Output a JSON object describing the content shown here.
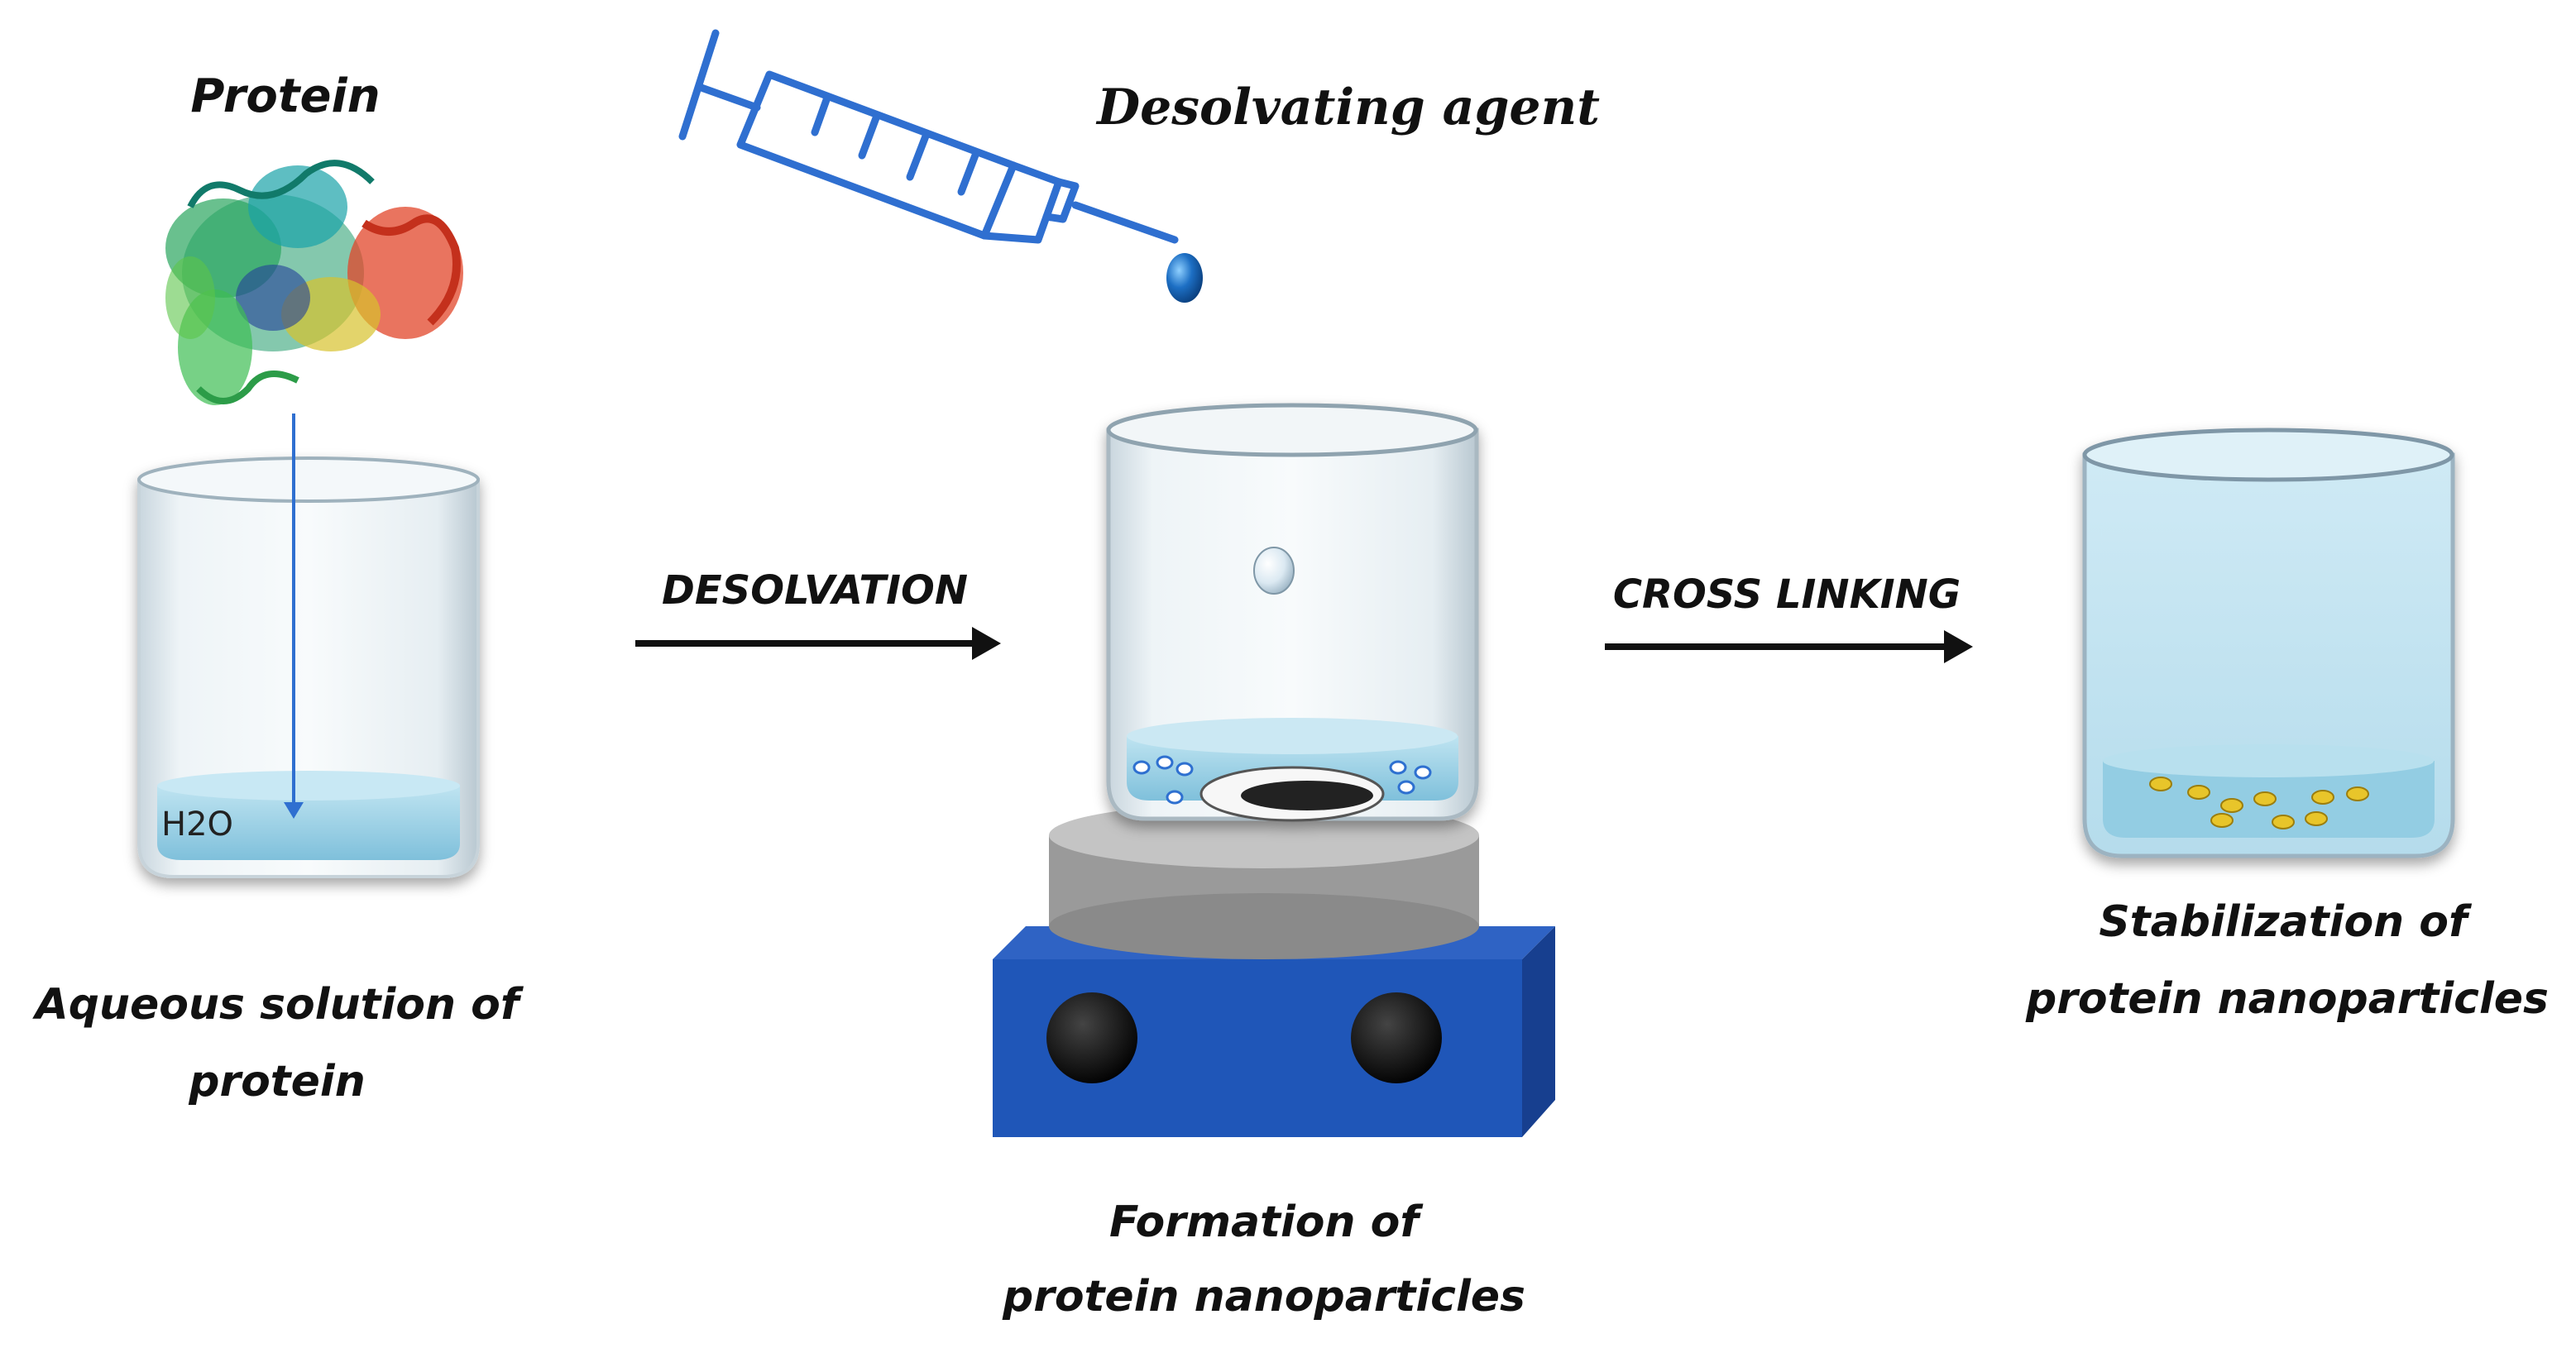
{
  "labels": {
    "protein": "Protein",
    "desolvating_agent": "Desolvating agent",
    "h2o": "H2O",
    "aqueous_line1": "Aqueous solution of",
    "aqueous_line2": "protein",
    "desolvation": "DESOLVATION",
    "cross_linking": "CROSS LINKING",
    "formation_line1": "Formation of",
    "formation_line2": "protein nanoparticles",
    "stabilization_line1": "Stabilization of",
    "stabilization_line2": "protein nanoparticles"
  },
  "colors": {
    "syringe": "#2f6fd0",
    "arrow_blue": "#2f6fd0",
    "droplet": "#1d6fc4",
    "water": "#9fd3e6",
    "stirrer_base": "#1f56b8",
    "stirrer_plate": "#9a9a9a",
    "knob": "#111111",
    "nanoparticle": "#e8c52b"
  },
  "icons": {
    "protein": "protein-structure-icon",
    "syringe": "syringe-icon",
    "stirrer": "magnetic-stirrer-icon"
  }
}
